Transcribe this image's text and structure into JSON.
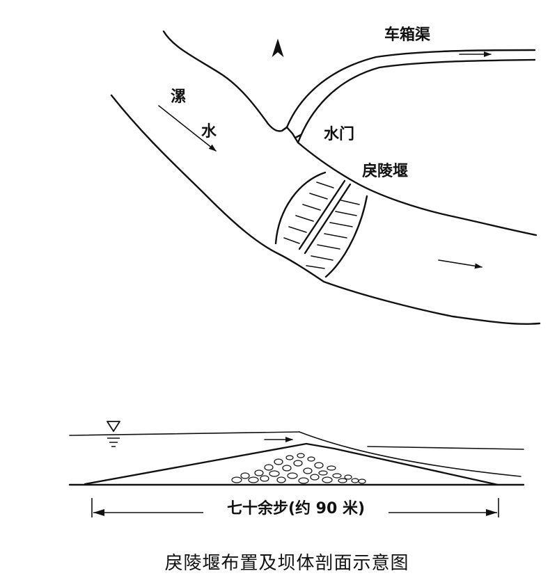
{
  "plan": {
    "label_li_char1": "漯",
    "label_li_char2": "水",
    "label_canal": "车箱渠",
    "label_sluice": "水门",
    "label_weir": "戾陵堰"
  },
  "section": {
    "length_label": "七十余步(约 90 米)"
  },
  "caption": "戾陵堰布置及坝体剖面示意图",
  "colors": {
    "ink": "#111111",
    "background": "#ffffff"
  },
  "icons": [
    "north-marker-icon",
    "flow-arrow-icon",
    "water-level-icon",
    "dimension-arrow-icon"
  ]
}
